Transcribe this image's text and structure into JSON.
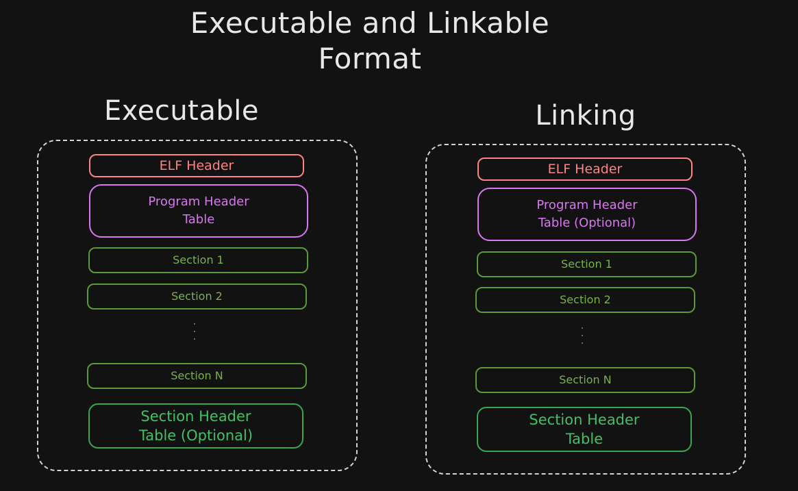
{
  "title": "Executable and Linkable\nFormat",
  "executable": {
    "heading": "Executable",
    "elf_header": "ELF Header",
    "program_header_table": "Program Header\nTable",
    "section_1": "Section 1",
    "section_2": "Section 2",
    "section_n": "Section N",
    "section_header_table": "Section Header\nTable (Optional)"
  },
  "linking": {
    "heading": "Linking",
    "elf_header": "ELF Header",
    "program_header_table": "Program Header\nTable (Optional)",
    "section_1": "Section 1",
    "section_2": "Section 2",
    "section_n": "Section N",
    "section_header_table": "Section Header\nTable"
  },
  "colors": {
    "background": "#121212",
    "elf_header": "#ff8383",
    "program_header": "#da77f2",
    "section": "#79b24b",
    "section_header": "#43c065"
  }
}
